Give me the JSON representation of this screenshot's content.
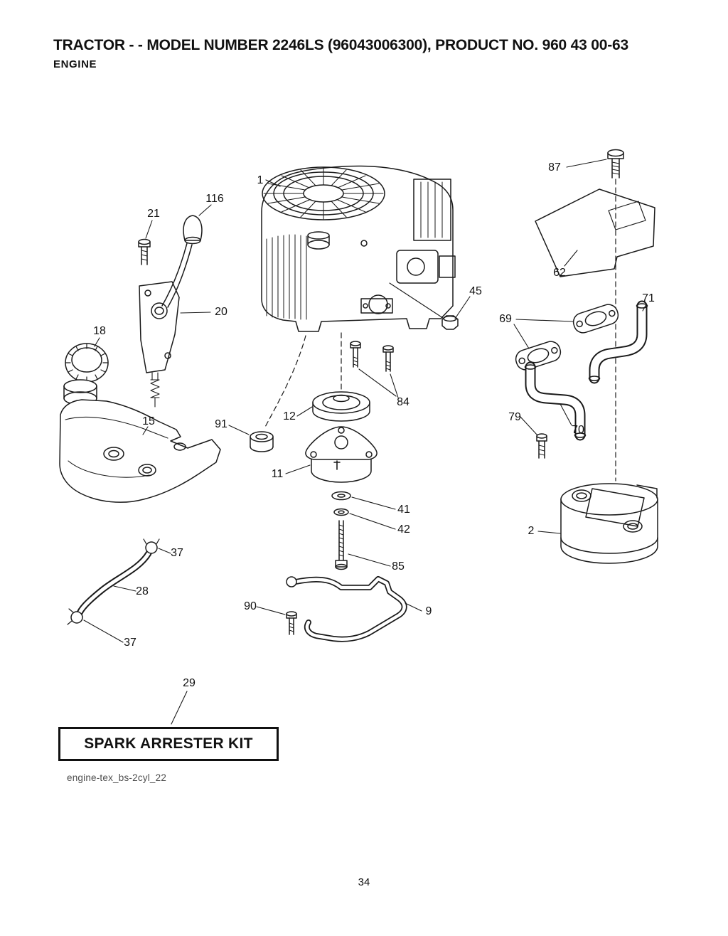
{
  "page": {
    "title": "TRACTOR - - MODEL NUMBER 2246LS (96043006300), PRODUCT NO. 960 43 00-63",
    "subtitle": "ENGINE",
    "kit_label": "SPARK ARRESTER KIT",
    "figure_code": "engine-tex_bs-2cyl_22",
    "page_number": "34"
  },
  "colors": {
    "ink": "#1a1a1a",
    "code_text": "#4d4d4d"
  },
  "diagram": {
    "callouts": [
      "1",
      "116",
      "21",
      "87",
      "62",
      "20",
      "18",
      "45",
      "69",
      "71",
      "84",
      "79",
      "70",
      "15",
      "91",
      "12",
      "11",
      "41",
      "42",
      "2",
      "85",
      "37",
      "28",
      "90",
      "9",
      "37",
      "29"
    ]
  }
}
